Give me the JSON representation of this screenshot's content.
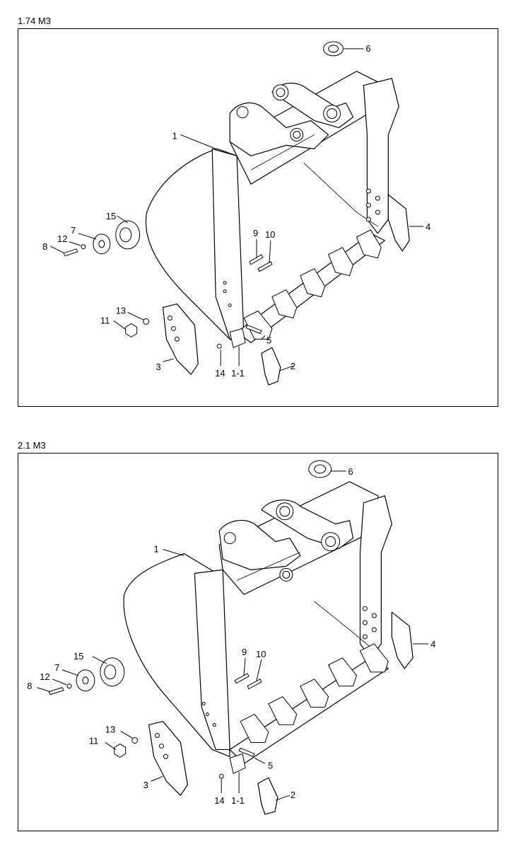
{
  "panels": [
    {
      "title": "1.74 M3",
      "callouts": {
        "p1": "1",
        "p2": "2",
        "p3": "3",
        "p4": "4",
        "p5": "5",
        "p6": "6",
        "p7": "7",
        "p8": "8",
        "p9": "9",
        "p10": "10",
        "p11": "11",
        "p12": "12",
        "p13": "13",
        "p14": "14",
        "p15": "15",
        "p1_1": "1-1"
      }
    },
    {
      "title": "2.1 M3",
      "callouts": {
        "p1": "1",
        "p2": "2",
        "p3": "3",
        "p4": "4",
        "p5": "5",
        "p6": "6",
        "p7": "7",
        "p8": "8",
        "p9": "9",
        "p10": "10",
        "p11": "11",
        "p12": "12",
        "p13": "13",
        "p14": "14",
        "p15": "15",
        "p1_1": "1-1"
      }
    }
  ]
}
